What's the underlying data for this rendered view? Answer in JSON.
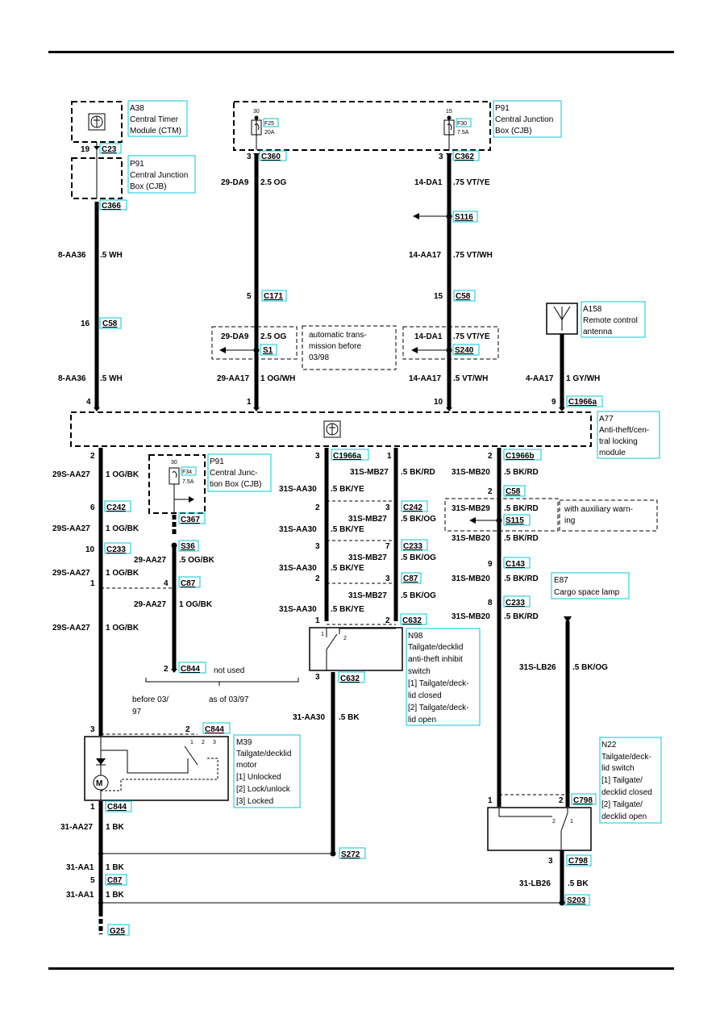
{
  "components": {
    "a38": [
      "A38",
      "Central Timer",
      "Module (CTM)"
    ],
    "p91_a": [
      "P91",
      "Central Junction",
      "Box (CJB)"
    ],
    "p91_top": [
      "P91",
      "Central Junction",
      "Box (CJB)"
    ],
    "p91_mid": [
      "P91",
      "Central Junc-",
      "tion Box (CJB)"
    ],
    "a158": [
      "A158",
      "Remote control",
      "antenna"
    ],
    "a77": [
      "A77",
      "Anti-theft/cen-",
      "tral locking",
      "module"
    ],
    "e87": [
      "E87",
      "Cargo space lamp"
    ],
    "n98": [
      "N98",
      "Tailgate/decklid",
      "anti-theft inhibit",
      "switch",
      "[1] Tailgate/deck-",
      "lid closed",
      "[2] Tailgate/deck-",
      "lid open"
    ],
    "m39": [
      "M39",
      "Tailgate/decklid",
      "motor",
      "[1] Unlocked",
      "[2] Lock/unlock",
      "[3] Locked"
    ],
    "n22": [
      "N22",
      "Tailgate/deck-",
      "lid switch",
      "[1] Tailgate/",
      "decklid closed",
      "[2] Tailgate/",
      "decklid open"
    ]
  },
  "notes": {
    "auto_trans": [
      "automatic trans-",
      "mission before",
      "03/98"
    ],
    "aux_warning": [
      "with auxiliary warn-",
      "ing"
    ],
    "not_used": "not used",
    "before": [
      "before 03/",
      "97"
    ],
    "as_of": "as of 03/97"
  },
  "fuses": {
    "f25": {
      "name": "F25",
      "rating": "20A",
      "pin": "30"
    },
    "f30": {
      "name": "F30",
      "rating": "7.5A",
      "pin": "15"
    },
    "f34": {
      "name": "F34",
      "rating": "7.5A",
      "pin": "30"
    }
  },
  "connectors": {
    "c23": "C23",
    "c366": "C366",
    "c58": "C58",
    "c360": "C360",
    "c171": "C171",
    "s1": "S1",
    "c362": "C362",
    "s116": "S116",
    "s240": "S240",
    "c1966a": "C1966a",
    "c1966b": "C1966b",
    "c242": "C242",
    "c233": "C233",
    "c87": "C87",
    "c367": "C367",
    "s36": "S36",
    "c844": "C844",
    "c632": "C632",
    "s115": "S115",
    "c143": "C143",
    "c798": "C798",
    "s272": "S272",
    "s203": "S203",
    "g25": "G25"
  },
  "wires": {
    "aa36": "8-AA36",
    "aa36_spec": ".5 WH",
    "da9": "29-DA9",
    "da9_spec": "2.5 OG",
    "aa17": "29-AA17",
    "aa17_spec": "1 OG/WH",
    "da1": "14-DA1",
    "da1_spec": ".75 VT/YE",
    "aa17b": "14-AA17",
    "aa17b_spec": ".75 VT/WH",
    "aa17b_spec2": ".5 VT/WH",
    "aa17c": "4-AA17",
    "aa17c_spec": "1 GY/WH",
    "aa27s": "29S-AA27",
    "aa27s_spec": "1 OG/BK",
    "aa27": "29-AA27",
    "aa27_spec": "1 OG/BK",
    "aa27_spec2": ".5 OG/BK",
    "aa30s": "31S-AA30",
    "aa30s_spec": ".5 BK/YE",
    "mb27": "31S-MB27",
    "mb27_spec": ".5 BK/RD",
    "mb27_spec2": ".5 BK/OG",
    "mb20": "31S-MB20",
    "mb20_spec": ".5 BK/RD",
    "mb29": "31S-MB29",
    "mb29_spec": ".5 BK/RD",
    "aa30": "31-AA30",
    "aa30_spec": ".5 BK",
    "lb26s": "31S-LB26",
    "lb26s_spec": ".5 BK/OG",
    "aa27g": "31-AA27",
    "aa27g_spec": "1 BK",
    "aa1": "31-AA1",
    "aa1_spec": "1 BK",
    "lb26": "31-LB26",
    "lb26_spec": ".5 BK"
  },
  "pins": [
    "19",
    "3",
    "5",
    "16",
    "4",
    "1",
    "10",
    "9",
    "15",
    "2",
    "6",
    "3",
    "7",
    "2",
    "1",
    "8",
    "3"
  ]
}
